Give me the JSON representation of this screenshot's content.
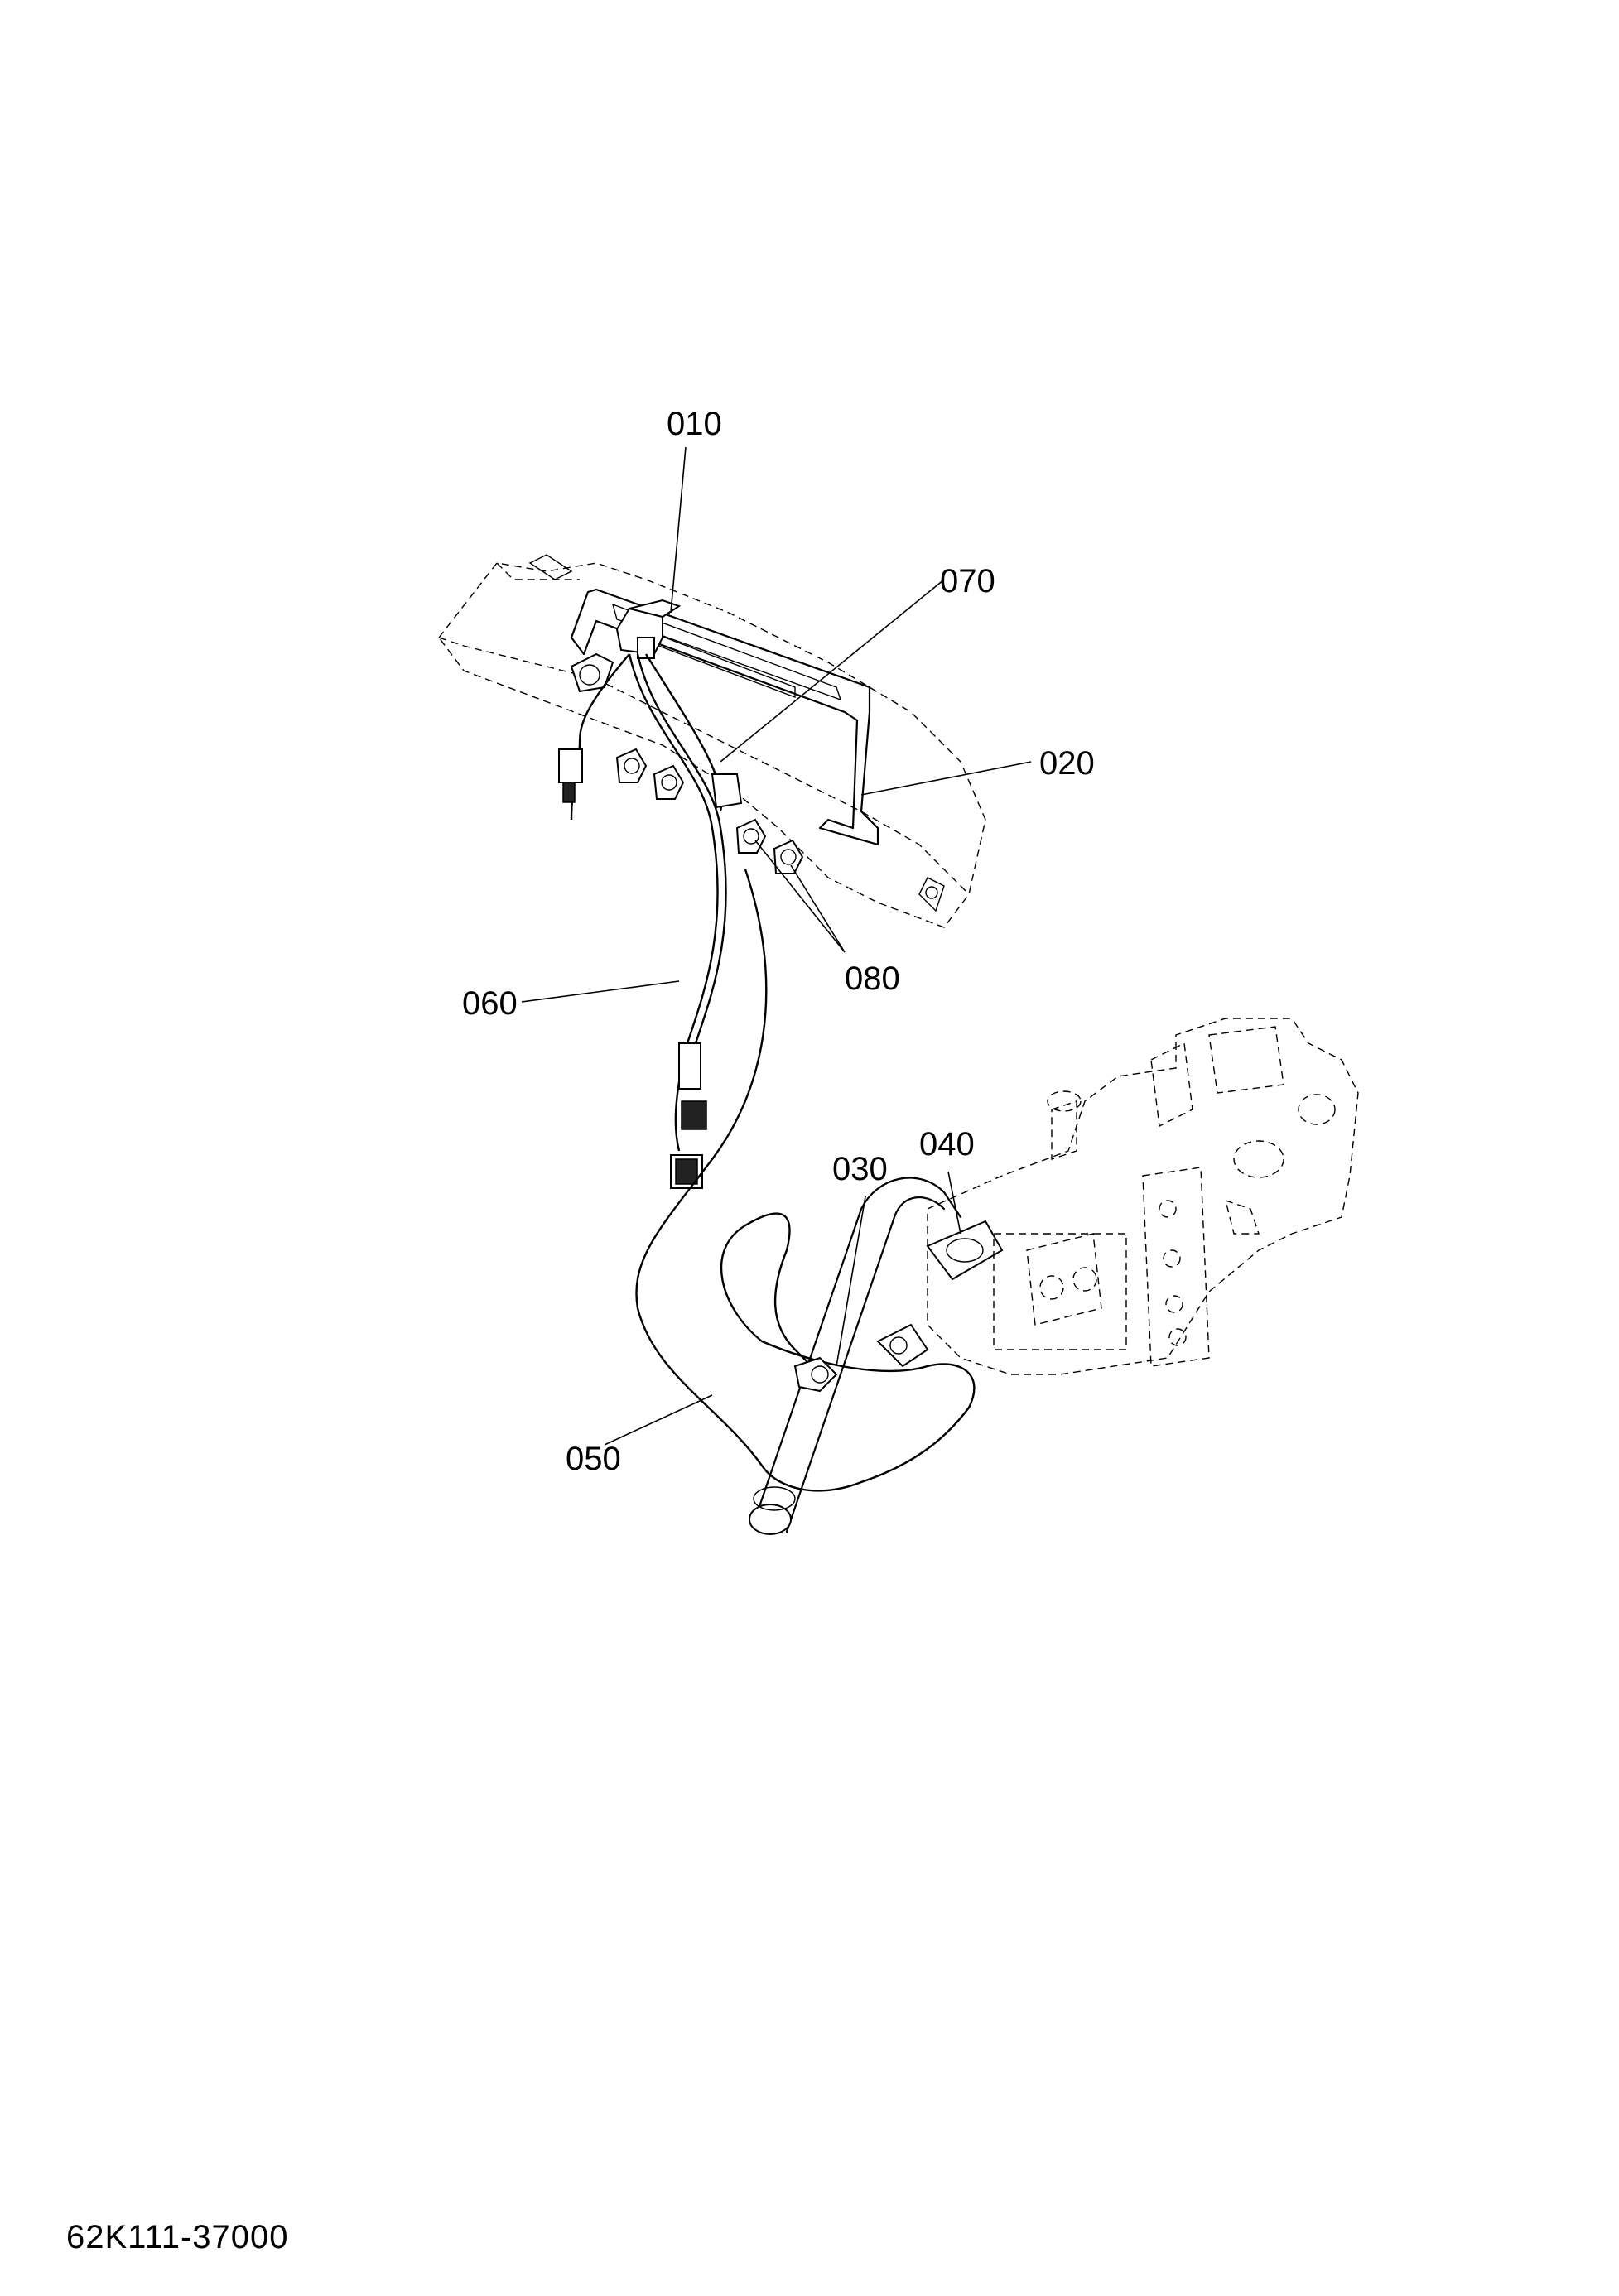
{
  "callouts": {
    "p010": "010",
    "p020": "020",
    "p030": "030",
    "p040": "040",
    "p050": "050",
    "p060": "060",
    "p070": "070",
    "p080": "080"
  },
  "drawing_code": "62K111-37000"
}
